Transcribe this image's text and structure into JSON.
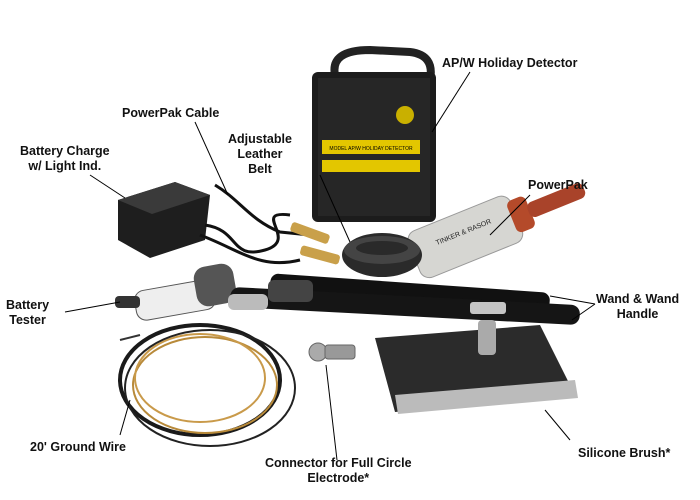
{
  "labels": {
    "detector": "AP/W Holiday Detector",
    "cable": "PowerPak Cable",
    "charger_l1": "Battery Charge",
    "charger_l2": "w/ Light Ind.",
    "belt_l1": "Adjustable",
    "belt_l2": "Leather",
    "belt_l3": "Belt",
    "powerpak": "PowerPak",
    "tester_l1": "Battery",
    "tester_l2": "Tester",
    "wand_l1": "Wand & Wand",
    "wand_l2": "Handle",
    "ground": "20' Ground Wire",
    "connector_l1": "Connector for Full Circle",
    "connector_l2": "Electrode*",
    "brush": "Silicone Brush*"
  },
  "product_text": {
    "powerpak_print": "TINKER & RASOR",
    "detector_plate": "MODEL AP/W HOLIDAY DETECTOR"
  },
  "colors": {
    "label": "#111111",
    "leader": "#000000"
  }
}
